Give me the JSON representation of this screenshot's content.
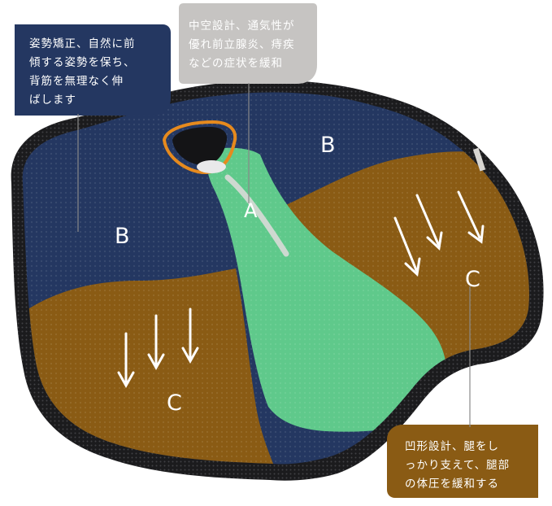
{
  "callouts": {
    "posture": "姿勢矯正、自然に前\n傾する姿勢を保ち、\n背筋を無理なく伸\nばします",
    "hollow": "中空設計、通気性が\n優れ前立腺炎、痔疾\nなどの症状を緩和",
    "concave": "凹形設計、腿をし\nっかり支えて、腿部\nの体圧を緩和する"
  },
  "zones": {
    "b_left": "B",
    "b_right": "B",
    "a": "A",
    "c_left": "C",
    "c_right": "C"
  },
  "colors": {
    "navy": "#243761",
    "gold": "#8a5b14",
    "green": "#5fc98b",
    "gray": "#c6c4c2",
    "rim": "#1b1b1d"
  }
}
